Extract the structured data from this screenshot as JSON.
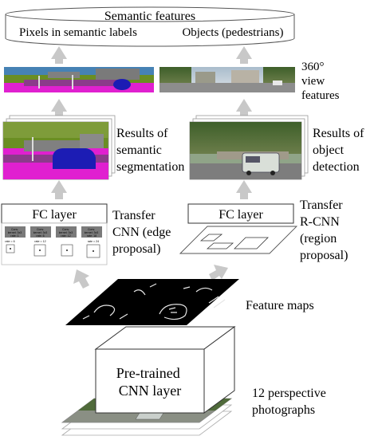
{
  "top": {
    "title": "Semantic features",
    "left_label": "Pixels in semantic labels",
    "right_label": "Objects (pedestrians)"
  },
  "panorama_label": [
    "360°",
    "view",
    "features"
  ],
  "segmentation_label": [
    "Results of",
    "semantic",
    "segmentation"
  ],
  "detection_label": [
    "Results of",
    "object",
    "detection"
  ],
  "left_transfer": {
    "box_label": "FC layer",
    "caption": [
      "Transfer",
      "CNN (edge",
      "proposal)"
    ],
    "mini_kernels": [
      [
        "Conv.",
        "kernel: 3x3",
        "rate: 1"
      ],
      [
        "Conv.",
        "kernel: 3x3",
        "rate: 6"
      ],
      [
        "Conv.",
        "kernel: 3x3",
        "rate: 12"
      ],
      [
        "Conv.",
        "kernel: 3x3",
        "rate: 18"
      ]
    ],
    "mini_rates": [
      "rate = 6",
      "rate = 12",
      "rate = 24"
    ]
  },
  "right_transfer": {
    "box_label": "FC layer",
    "caption": [
      "Transfer",
      "R-CNN",
      "(region",
      "proposal)"
    ]
  },
  "feature_maps_label": "Feature maps",
  "cnn_box_label": [
    "Pre-trained",
    "CNN layer"
  ],
  "photos_label": [
    "12 perspective",
    "photographs"
  ],
  "colors": {
    "arrow": "#c8c8c8",
    "seg_magenta": "#e020d0",
    "seg_green": "#6a8e23",
    "seg_blue": "#1c1cb4",
    "seg_sky": "#4682b4"
  }
}
